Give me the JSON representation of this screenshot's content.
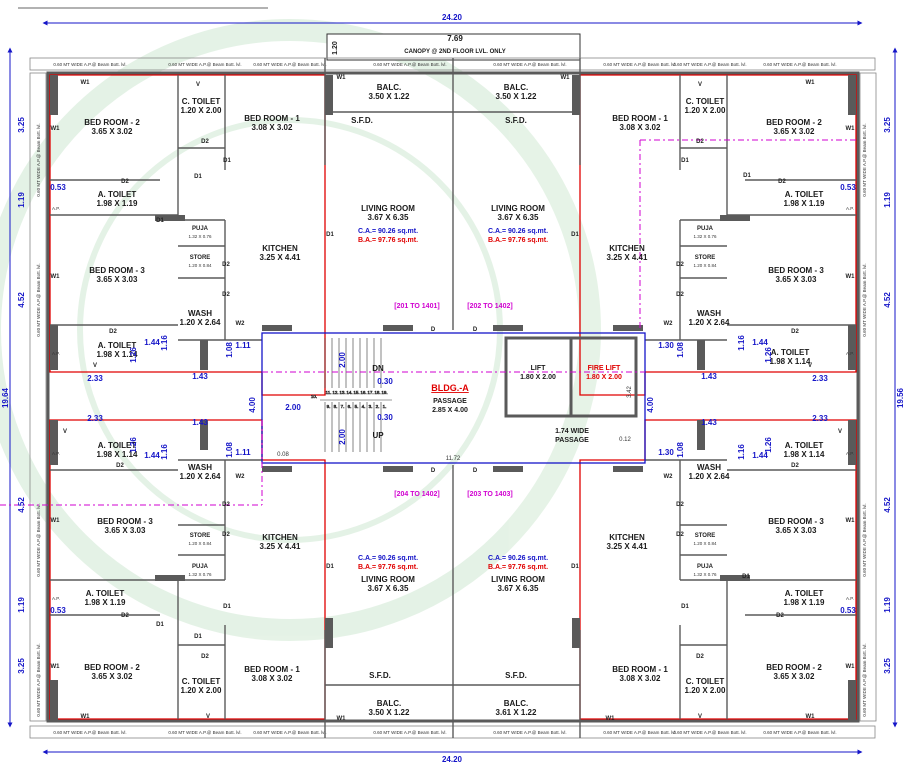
{
  "dims": {
    "total_width": "24.20",
    "total_height": "19.56",
    "height_alt": "19.64",
    "canopy_width": "7.69",
    "canopy_depth": "1.20",
    "d325": "3.25",
    "d119": "1.19",
    "d452": "4.52",
    "d053": "0.53",
    "d233": "2.33",
    "d143": "1.43",
    "d144": "1.44",
    "d126": "1.26",
    "d116": "1.16",
    "d111": "1.11",
    "d108": "1.08",
    "d130": "1.30",
    "d400": "4.00",
    "d200": "2.00",
    "d008": "0.08",
    "d012": "0.12",
    "d030": "0.30",
    "d1172": "11.72",
    "d342": "3.42"
  },
  "canopy_note": "CANOPY @ 2ND FLOOR LVL. ONLY",
  "ap_note": "0.60 MT WIDE A.P.@ Beam Bott. lvl.",
  "ap_short": "A.P.",
  "rooms": {
    "bed2": "BED ROOM - 2",
    "bed2_size": "3.65 X 3.02",
    "bed1": "BED ROOM - 1",
    "bed1_size": "3.08 X 3.02",
    "bed3": "BED ROOM - 3",
    "bed3_size": "3.65 X 3.03",
    "ctoilet": "C. TOILET",
    "ctoilet_size": "1.20 X 2.00",
    "atoilet": "A. TOILET",
    "atoilet_size1": "1.98 X 1.19",
    "atoilet_size2": "1.98 X 1.14",
    "balc": "BALC.",
    "balc_size": "3.50 X 1.22",
    "balc_size_alt": "3.61 X 1.22",
    "living": "LIVING ROOM",
    "living_size": "3.67 X 6.35",
    "kitchen": "KITCHEN",
    "kitchen_size": "3.25 X 4.41",
    "puja": "PUJA",
    "puja_size": "1.32 X 0.76",
    "store": "STORE",
    "store_size": "1.20 X 0.84",
    "wash": "WASH",
    "wash_size": "1.20 X 2.64",
    "passage": "PASSAGE",
    "passage_size": "2.85 X 4.00",
    "passage2": "1.74  WIDE",
    "passage2_b": "PASSAGE",
    "lift": "LIFT",
    "lift_size": "1.80 X 2.00",
    "fire_lift": "FIRE LIFT",
    "fire_lift_size": "1.80 X 2.00"
  },
  "areas": {
    "ca": "C.A.= 90.26 sq.mt.",
    "ba": "B.A.= 97.76 sq.mt."
  },
  "flat_ranges": [
    "[201 TO 1401]",
    "[202 TO 1402]",
    "[204 TO 1402]",
    "[203 TO 1403]"
  ],
  "building": "BLDG.-A",
  "stair": {
    "dn": "DN",
    "up": "UP",
    "top_steps": [
      "11.",
      "12.",
      "13.",
      "14.",
      "15.",
      "16.",
      "17.",
      "18.",
      "19."
    ],
    "bot_steps": [
      "9.",
      "8.",
      "7.",
      "6.",
      "5.",
      "4.",
      "3.",
      "2.",
      "1."
    ],
    "landing": "10."
  },
  "tags": {
    "w1": "W1",
    "w2": "W2",
    "d1": "D1",
    "d2": "D2",
    "d": "D",
    "v": "V",
    "sfd": "S.F.D."
  },
  "colors": {
    "wall": "#5a5a5a",
    "red_line": "#e00000",
    "blue_line": "#1515c8",
    "magenta": "#d000d0",
    "watermark": "#2e9a3c"
  }
}
